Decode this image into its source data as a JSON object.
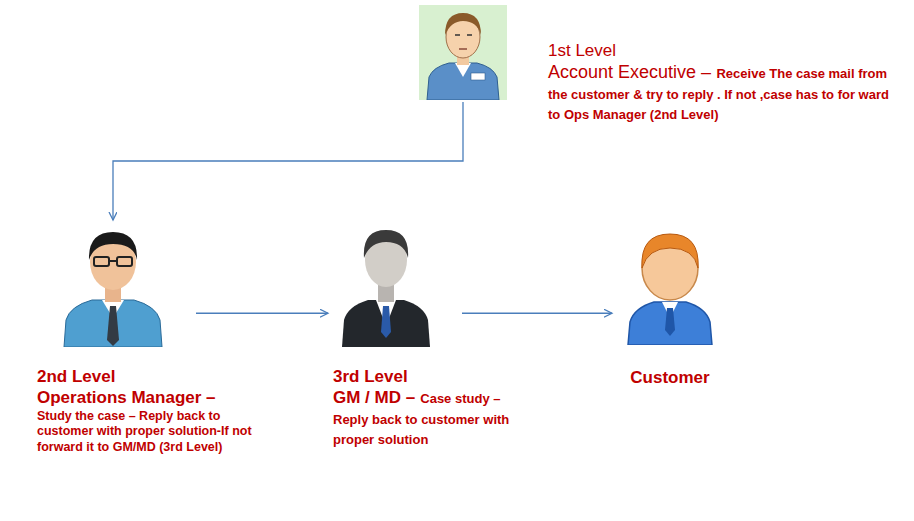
{
  "diagram": {
    "nodes": [
      {
        "text": [
          "1st Level",
          "Account Executive –",
          "Receive The case mail from the customer & try to reply . If not ,case has to for ward to Ops Manager (2nd Level)"
        ]
      },
      {
        "text": [
          "2nd Level",
          "Operations Manager –",
          "Study the case – Reply back to customer with proper solution-If not forward it to GM/MD (3rd Level)"
        ]
      },
      {
        "text": [
          "3rd Level",
          "GM / MD –",
          "Case study – Reply back to customer with proper solution"
        ]
      },
      {
        "text": [
          "Customer"
        ]
      }
    ],
    "edges": [
      {
        "from": 0,
        "to": 1,
        "arrow": "to"
      },
      {
        "from": 1,
        "to": 2,
        "arrow": "to"
      },
      {
        "from": 2,
        "to": 3,
        "arrow": "to"
      }
    ]
  }
}
